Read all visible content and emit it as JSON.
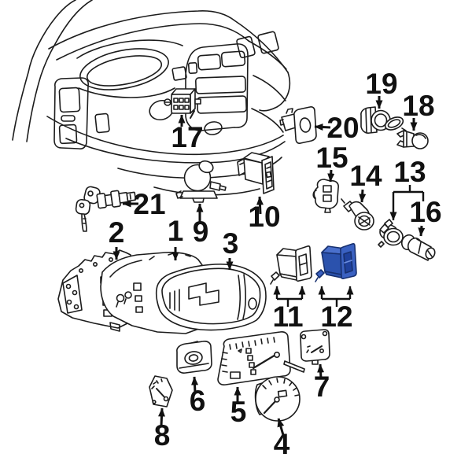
{
  "diagram": {
    "type": "exploded-parts-diagram",
    "subject": "instrument-panel-cluster-and-switches",
    "highlighted_part_number": "12",
    "labels": [
      {
        "text": "1"
      },
      {
        "text": "2"
      },
      {
        "text": "3"
      },
      {
        "text": "4"
      },
      {
        "text": "5"
      },
      {
        "text": "6"
      },
      {
        "text": "7"
      },
      {
        "text": "8"
      },
      {
        "text": "9"
      },
      {
        "text": "10"
      },
      {
        "text": "11"
      },
      {
        "text": "12"
      },
      {
        "text": "13"
      },
      {
        "text": "14"
      },
      {
        "text": "15"
      },
      {
        "text": "16"
      },
      {
        "text": "17"
      },
      {
        "text": "18"
      },
      {
        "text": "19"
      },
      {
        "text": "20"
      },
      {
        "text": "21"
      }
    ],
    "colors": {
      "background": "#ffffff",
      "line": "#1c1c1c",
      "label": "#111111",
      "highlight_outline": "#17306f",
      "highlight_top": "#4a70cc",
      "highlight_front": "#2b52ad",
      "highlight_plate": "#3a61c1",
      "highlight_rocker": "#1f419c",
      "highlight_slot": "#6c8ede"
    }
  }
}
